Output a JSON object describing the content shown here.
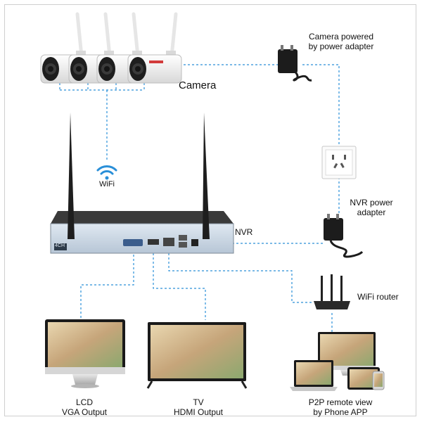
{
  "labels": {
    "camera": "Camera",
    "camera_power_line1": "Camera powered",
    "camera_power_line2": "by power adapter",
    "wifi": "WiFi",
    "nvr_power_line1": "NVR power",
    "nvr_power_line2": "adapter",
    "nvr": "NVR",
    "nvr_badge": "4CH",
    "wifi_router": "WiFi router",
    "lcd_line1": "LCD",
    "lcd_line2": "VGA Output",
    "tv_line1": "TV",
    "tv_line2": "HDMI Output",
    "p2p_line1": "P2P remote view",
    "p2p_line2": "by Phone APP"
  },
  "colors": {
    "connection_line": "#2a8fd8",
    "wifi_icon": "#2a8fd8",
    "nvr_body": "#2b2b2b",
    "nvr_front": "#c9d6e3",
    "screen_frame": "#1a1a1a"
  },
  "icons": [
    "camera-icon",
    "power-adapter-icon",
    "wall-socket-icon",
    "wifi-icon",
    "nvr-icon",
    "antenna-icon",
    "router-icon",
    "monitor-icon",
    "tv-icon",
    "laptop-icon",
    "tablet-icon",
    "phone-icon"
  ]
}
